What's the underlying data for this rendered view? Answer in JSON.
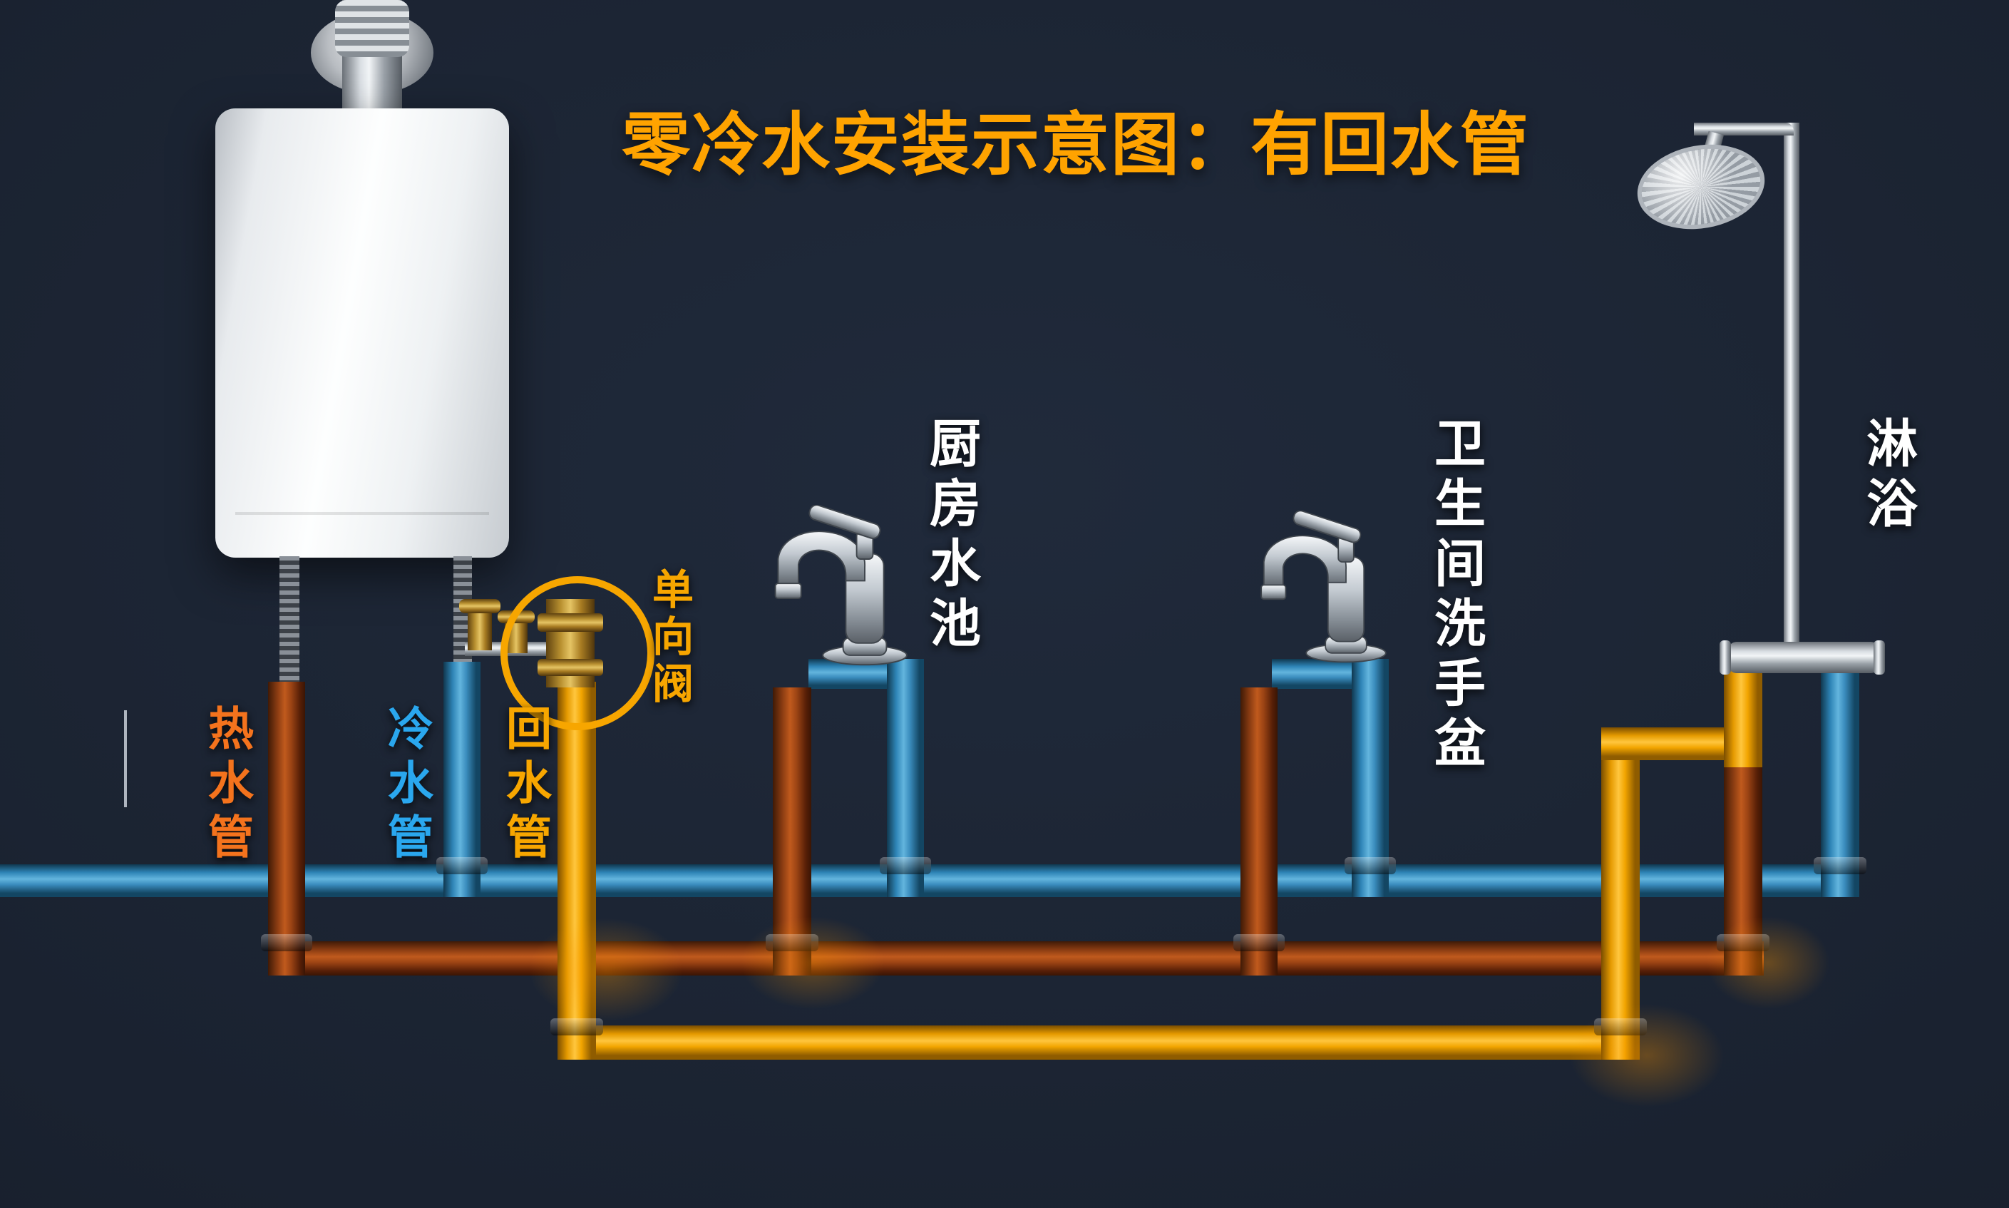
{
  "title": "零冷水安装示意图：有回水管",
  "labels": {
    "hot_pipe": "热水管",
    "cold_pipe": "冷水管",
    "return_pipe": "回水管",
    "check_valve": "单向阀",
    "kitchen_sink": "厨房水池",
    "bathroom_basin": "卫生间洗手盆",
    "shower": "淋浴"
  },
  "colors": {
    "bg": "#1a2230",
    "title": "#ffa300",
    "hot_pipe": "#8a3c12",
    "cold_pipe": "#2f86b9",
    "return_pipe": "#f7a600",
    "hot_label": "#f4731d",
    "cold_label": "#2aa7ee",
    "return_label": "#f7a600",
    "fixture_label": "#ffffff"
  }
}
